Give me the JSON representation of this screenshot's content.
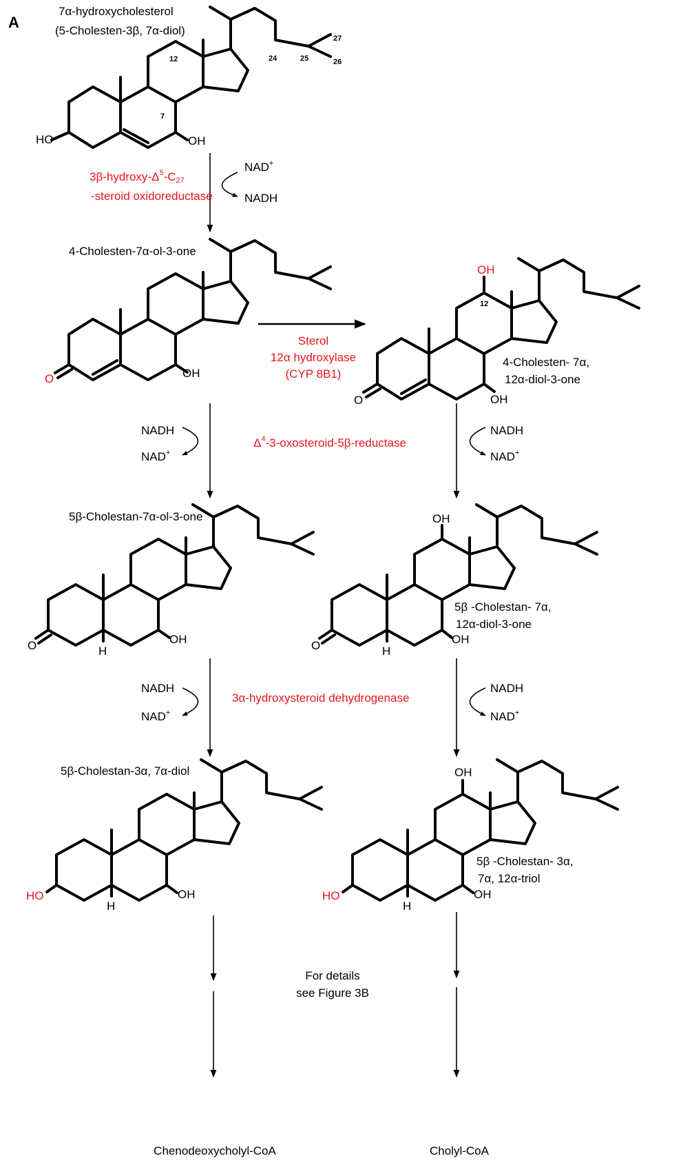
{
  "panel_label": "A",
  "enzyme_color": "#e8161c",
  "compounds": {
    "c1_name": "7α-hydroxycholesterol",
    "c1_alt": "(5-Cholesten-3β, 7α-diol)",
    "c2": "4-Cholesten-7α-ol-3-one",
    "c3_l1": "4-Cholesten- 7α,",
    "c3_l2": "12α-diol-3-one",
    "c4": "5β-Cholestan-7α-ol-3-one",
    "c5_l1": "5β -Cholestan- 7α,",
    "c5_l2": "12α-diol-3-one",
    "c6": "5β-Cholestan-3α, 7α-diol",
    "c7_l1": "5β -Cholestan- 3α,",
    "c7_l2": "7α, 12α-triol",
    "final_left": "Chenodeoxycholyl-CoA",
    "final_right": "Cholyl-CoA"
  },
  "enzymes": {
    "e1_l1": "3β-hydroxy-Δ",
    "e1_l1_sup": "5",
    "e1_l1_tail": "-C",
    "e1_l1_sub": "27",
    "e1_l2": "-steroid oxidoreductase",
    "e2_l1": "Sterol",
    "e2_l2": "12α hydroxylase",
    "e2_l3": "(CYP 8B1)",
    "e3_pre": "Δ",
    "e3_sup": "4",
    "e3_post": "-3-oxosteroid-5β-reductase",
    "e4": "3α-hydroxysteroid dehydrogenase"
  },
  "cofactors": {
    "nad": "NAD",
    "nad_plus": "+",
    "nadh": "NADH"
  },
  "groups": {
    "oh": "OH",
    "ho": "HO",
    "o": "O",
    "h": "H"
  },
  "carbon_numbers": {
    "c12": "12",
    "c7": "7",
    "c24": "24",
    "c25": "25",
    "c26": "26",
    "c27": "27"
  },
  "note_l1": "For details",
  "note_l2": "see Figure 3B"
}
